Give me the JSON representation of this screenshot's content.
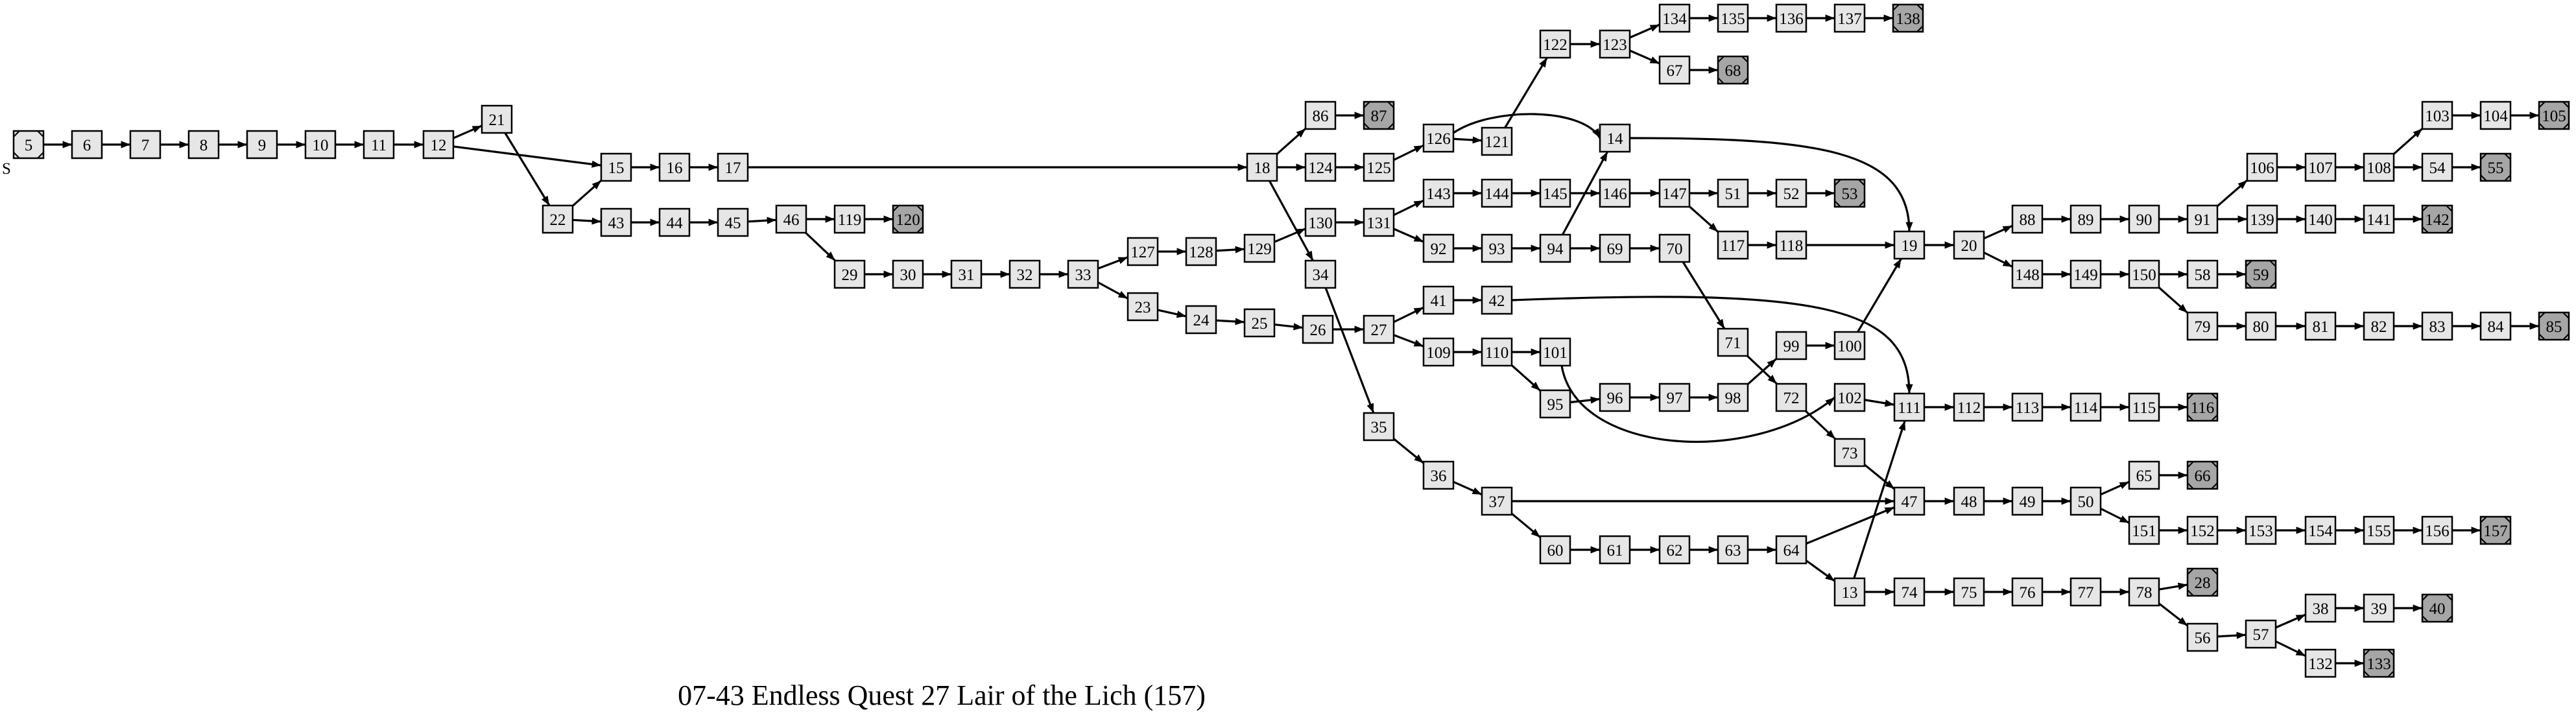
{
  "title": "07-43 Endless Quest 27 Lair of the Lich (157)",
  "start_marker": "S",
  "colors": {
    "node_fill": "#e6e6e6",
    "ending_fill": "#a6a6a6",
    "stroke": "#000000"
  },
  "nodes": [
    {
      "id": "5",
      "type": "start"
    },
    {
      "id": "6"
    },
    {
      "id": "7"
    },
    {
      "id": "8"
    },
    {
      "id": "9"
    },
    {
      "id": "10"
    },
    {
      "id": "11"
    },
    {
      "id": "12"
    },
    {
      "id": "21"
    },
    {
      "id": "22"
    },
    {
      "id": "15"
    },
    {
      "id": "16"
    },
    {
      "id": "17"
    },
    {
      "id": "43"
    },
    {
      "id": "44"
    },
    {
      "id": "45"
    },
    {
      "id": "46"
    },
    {
      "id": "119"
    },
    {
      "id": "120",
      "type": "ending"
    },
    {
      "id": "29"
    },
    {
      "id": "30"
    },
    {
      "id": "31"
    },
    {
      "id": "32"
    },
    {
      "id": "33"
    },
    {
      "id": "127"
    },
    {
      "id": "128"
    },
    {
      "id": "129"
    },
    {
      "id": "23"
    },
    {
      "id": "24"
    },
    {
      "id": "25"
    },
    {
      "id": "26"
    },
    {
      "id": "18"
    },
    {
      "id": "86"
    },
    {
      "id": "87",
      "type": "ending"
    },
    {
      "id": "124"
    },
    {
      "id": "125"
    },
    {
      "id": "126"
    },
    {
      "id": "121"
    },
    {
      "id": "122"
    },
    {
      "id": "123"
    },
    {
      "id": "134"
    },
    {
      "id": "135"
    },
    {
      "id": "136"
    },
    {
      "id": "137"
    },
    {
      "id": "138",
      "type": "ending"
    },
    {
      "id": "67"
    },
    {
      "id": "68",
      "type": "ending"
    },
    {
      "id": "14"
    },
    {
      "id": "130"
    },
    {
      "id": "131"
    },
    {
      "id": "143"
    },
    {
      "id": "144"
    },
    {
      "id": "145"
    },
    {
      "id": "146"
    },
    {
      "id": "147"
    },
    {
      "id": "51"
    },
    {
      "id": "52"
    },
    {
      "id": "53",
      "type": "ending"
    },
    {
      "id": "117"
    },
    {
      "id": "118"
    },
    {
      "id": "92"
    },
    {
      "id": "93"
    },
    {
      "id": "94"
    },
    {
      "id": "69"
    },
    {
      "id": "70"
    },
    {
      "id": "71"
    },
    {
      "id": "72"
    },
    {
      "id": "73"
    },
    {
      "id": "34"
    },
    {
      "id": "35"
    },
    {
      "id": "36"
    },
    {
      "id": "37"
    },
    {
      "id": "27"
    },
    {
      "id": "41"
    },
    {
      "id": "42"
    },
    {
      "id": "109"
    },
    {
      "id": "110"
    },
    {
      "id": "101"
    },
    {
      "id": "95"
    },
    {
      "id": "96"
    },
    {
      "id": "97"
    },
    {
      "id": "98"
    },
    {
      "id": "99"
    },
    {
      "id": "100"
    },
    {
      "id": "102"
    },
    {
      "id": "111"
    },
    {
      "id": "112"
    },
    {
      "id": "113"
    },
    {
      "id": "114"
    },
    {
      "id": "115"
    },
    {
      "id": "116",
      "type": "ending"
    },
    {
      "id": "60"
    },
    {
      "id": "61"
    },
    {
      "id": "62"
    },
    {
      "id": "63"
    },
    {
      "id": "64"
    },
    {
      "id": "13"
    },
    {
      "id": "74"
    },
    {
      "id": "75"
    },
    {
      "id": "76"
    },
    {
      "id": "77"
    },
    {
      "id": "78"
    },
    {
      "id": "28",
      "type": "ending"
    },
    {
      "id": "56"
    },
    {
      "id": "57"
    },
    {
      "id": "38"
    },
    {
      "id": "39"
    },
    {
      "id": "40",
      "type": "ending"
    },
    {
      "id": "132"
    },
    {
      "id": "133",
      "type": "ending"
    },
    {
      "id": "47"
    },
    {
      "id": "48"
    },
    {
      "id": "49"
    },
    {
      "id": "50"
    },
    {
      "id": "65"
    },
    {
      "id": "66",
      "type": "ending"
    },
    {
      "id": "151"
    },
    {
      "id": "152"
    },
    {
      "id": "153"
    },
    {
      "id": "154"
    },
    {
      "id": "155"
    },
    {
      "id": "156"
    },
    {
      "id": "157",
      "type": "ending"
    },
    {
      "id": "19"
    },
    {
      "id": "20"
    },
    {
      "id": "88"
    },
    {
      "id": "89"
    },
    {
      "id": "90"
    },
    {
      "id": "91"
    },
    {
      "id": "106"
    },
    {
      "id": "107"
    },
    {
      "id": "108"
    },
    {
      "id": "103"
    },
    {
      "id": "104"
    },
    {
      "id": "105",
      "type": "ending"
    },
    {
      "id": "54"
    },
    {
      "id": "55",
      "type": "ending"
    },
    {
      "id": "139"
    },
    {
      "id": "140"
    },
    {
      "id": "141"
    },
    {
      "id": "142",
      "type": "ending"
    },
    {
      "id": "148"
    },
    {
      "id": "149"
    },
    {
      "id": "150"
    },
    {
      "id": "58"
    },
    {
      "id": "59",
      "type": "ending"
    },
    {
      "id": "79"
    },
    {
      "id": "80"
    },
    {
      "id": "81"
    },
    {
      "id": "82"
    },
    {
      "id": "83"
    },
    {
      "id": "84"
    },
    {
      "id": "85",
      "type": "ending"
    }
  ],
  "edges": [
    [
      "5",
      "6"
    ],
    [
      "6",
      "7"
    ],
    [
      "7",
      "8"
    ],
    [
      "8",
      "9"
    ],
    [
      "9",
      "10"
    ],
    [
      "10",
      "11"
    ],
    [
      "11",
      "12"
    ],
    [
      "12",
      "21"
    ],
    [
      "12",
      "15"
    ],
    [
      "21",
      "22"
    ],
    [
      "22",
      "15"
    ],
    [
      "22",
      "43"
    ],
    [
      "15",
      "16"
    ],
    [
      "16",
      "17"
    ],
    [
      "17",
      "18"
    ],
    [
      "43",
      "44"
    ],
    [
      "44",
      "45"
    ],
    [
      "45",
      "46"
    ],
    [
      "46",
      "119"
    ],
    [
      "119",
      "120"
    ],
    [
      "46",
      "29"
    ],
    [
      "29",
      "30"
    ],
    [
      "30",
      "31"
    ],
    [
      "31",
      "32"
    ],
    [
      "32",
      "33"
    ],
    [
      "33",
      "127"
    ],
    [
      "127",
      "128"
    ],
    [
      "128",
      "129"
    ],
    [
      "129",
      "130"
    ],
    [
      "33",
      "23"
    ],
    [
      "23",
      "24"
    ],
    [
      "24",
      "25"
    ],
    [
      "25",
      "26"
    ],
    [
      "26",
      "27"
    ],
    [
      "18",
      "86"
    ],
    [
      "86",
      "87"
    ],
    [
      "18",
      "124"
    ],
    [
      "124",
      "125"
    ],
    [
      "125",
      "126"
    ],
    [
      "126",
      "121"
    ],
    [
      "126",
      "14"
    ],
    [
      "121",
      "122"
    ],
    [
      "122",
      "123"
    ],
    [
      "123",
      "134"
    ],
    [
      "134",
      "135"
    ],
    [
      "135",
      "136"
    ],
    [
      "136",
      "137"
    ],
    [
      "137",
      "138"
    ],
    [
      "123",
      "67"
    ],
    [
      "67",
      "68"
    ],
    [
      "18",
      "34"
    ],
    [
      "34",
      "35"
    ],
    [
      "35",
      "36"
    ],
    [
      "36",
      "37"
    ],
    [
      "37",
      "47"
    ],
    [
      "37",
      "60"
    ],
    [
      "130",
      "131"
    ],
    [
      "131",
      "143"
    ],
    [
      "131",
      "92"
    ],
    [
      "143",
      "144"
    ],
    [
      "144",
      "145"
    ],
    [
      "145",
      "146"
    ],
    [
      "146",
      "147"
    ],
    [
      "147",
      "51"
    ],
    [
      "51",
      "52"
    ],
    [
      "52",
      "53"
    ],
    [
      "147",
      "117"
    ],
    [
      "117",
      "118"
    ],
    [
      "118",
      "19"
    ],
    [
      "92",
      "93"
    ],
    [
      "93",
      "94"
    ],
    [
      "94",
      "14"
    ],
    [
      "94",
      "69"
    ],
    [
      "69",
      "70"
    ],
    [
      "70",
      "71"
    ],
    [
      "71",
      "72"
    ],
    [
      "72",
      "73"
    ],
    [
      "73",
      "47"
    ],
    [
      "14",
      "19"
    ],
    [
      "27",
      "41"
    ],
    [
      "41",
      "42"
    ],
    [
      "42",
      "111"
    ],
    [
      "27",
      "109"
    ],
    [
      "109",
      "110"
    ],
    [
      "110",
      "101"
    ],
    [
      "110",
      "95"
    ],
    [
      "101",
      "102"
    ],
    [
      "95",
      "96"
    ],
    [
      "96",
      "97"
    ],
    [
      "97",
      "98"
    ],
    [
      "98",
      "99"
    ],
    [
      "99",
      "100"
    ],
    [
      "100",
      "19"
    ],
    [
      "102",
      "111"
    ],
    [
      "111",
      "112"
    ],
    [
      "112",
      "113"
    ],
    [
      "113",
      "114"
    ],
    [
      "114",
      "115"
    ],
    [
      "115",
      "116"
    ],
    [
      "60",
      "61"
    ],
    [
      "61",
      "62"
    ],
    [
      "62",
      "63"
    ],
    [
      "63",
      "64"
    ],
    [
      "64",
      "47"
    ],
    [
      "64",
      "13"
    ],
    [
      "13",
      "111"
    ],
    [
      "13",
      "74"
    ],
    [
      "74",
      "75"
    ],
    [
      "75",
      "76"
    ],
    [
      "76",
      "77"
    ],
    [
      "77",
      "78"
    ],
    [
      "78",
      "28"
    ],
    [
      "78",
      "56"
    ],
    [
      "56",
      "57"
    ],
    [
      "57",
      "38"
    ],
    [
      "38",
      "39"
    ],
    [
      "39",
      "40"
    ],
    [
      "57",
      "132"
    ],
    [
      "132",
      "133"
    ],
    [
      "47",
      "48"
    ],
    [
      "48",
      "49"
    ],
    [
      "49",
      "50"
    ],
    [
      "50",
      "65"
    ],
    [
      "65",
      "66"
    ],
    [
      "50",
      "151"
    ],
    [
      "151",
      "152"
    ],
    [
      "152",
      "153"
    ],
    [
      "153",
      "154"
    ],
    [
      "154",
      "155"
    ],
    [
      "155",
      "156"
    ],
    [
      "156",
      "157"
    ],
    [
      "19",
      "20"
    ],
    [
      "20",
      "88"
    ],
    [
      "88",
      "89"
    ],
    [
      "89",
      "90"
    ],
    [
      "90",
      "91"
    ],
    [
      "91",
      "106"
    ],
    [
      "106",
      "107"
    ],
    [
      "107",
      "108"
    ],
    [
      "108",
      "103"
    ],
    [
      "103",
      "104"
    ],
    [
      "104",
      "105"
    ],
    [
      "108",
      "54"
    ],
    [
      "54",
      "55"
    ],
    [
      "91",
      "139"
    ],
    [
      "139",
      "140"
    ],
    [
      "140",
      "141"
    ],
    [
      "141",
      "142"
    ],
    [
      "20",
      "148"
    ],
    [
      "148",
      "149"
    ],
    [
      "149",
      "150"
    ],
    [
      "150",
      "58"
    ],
    [
      "58",
      "59"
    ],
    [
      "150",
      "79"
    ],
    [
      "79",
      "80"
    ],
    [
      "80",
      "81"
    ],
    [
      "81",
      "82"
    ],
    [
      "82",
      "83"
    ],
    [
      "83",
      "84"
    ],
    [
      "84",
      "85"
    ]
  ]
}
